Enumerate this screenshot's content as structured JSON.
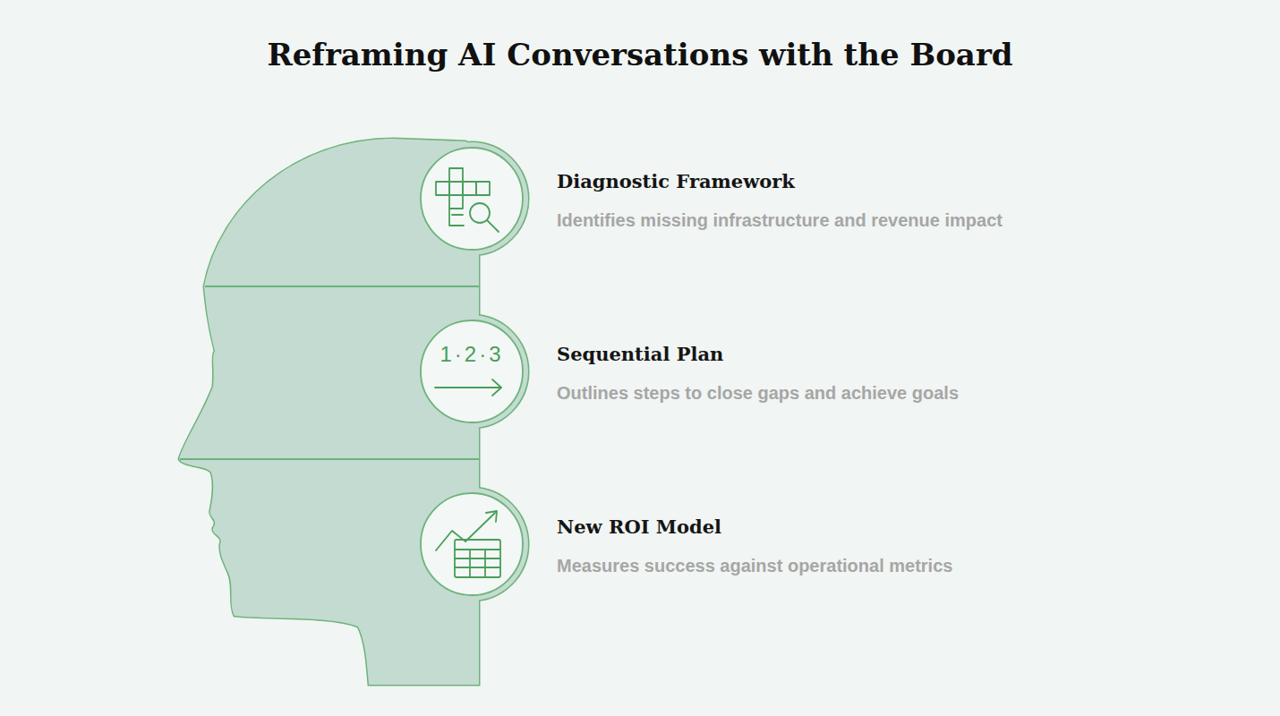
{
  "diagram": {
    "title": "Reframing AI Conversations with the Board",
    "nodes": [
      {
        "text": [
          "Diagnostic Framework",
          "Identifies missing infrastructure and revenue impact"
        ]
      },
      {
        "text": [
          "Sequential Plan",
          "Outlines steps to close gaps and achieve goals"
        ]
      },
      {
        "text": [
          "New ROI Model",
          "Measures success against operational metrics"
        ]
      }
    ],
    "labels": [
      "1·2·3"
    ]
  }
}
